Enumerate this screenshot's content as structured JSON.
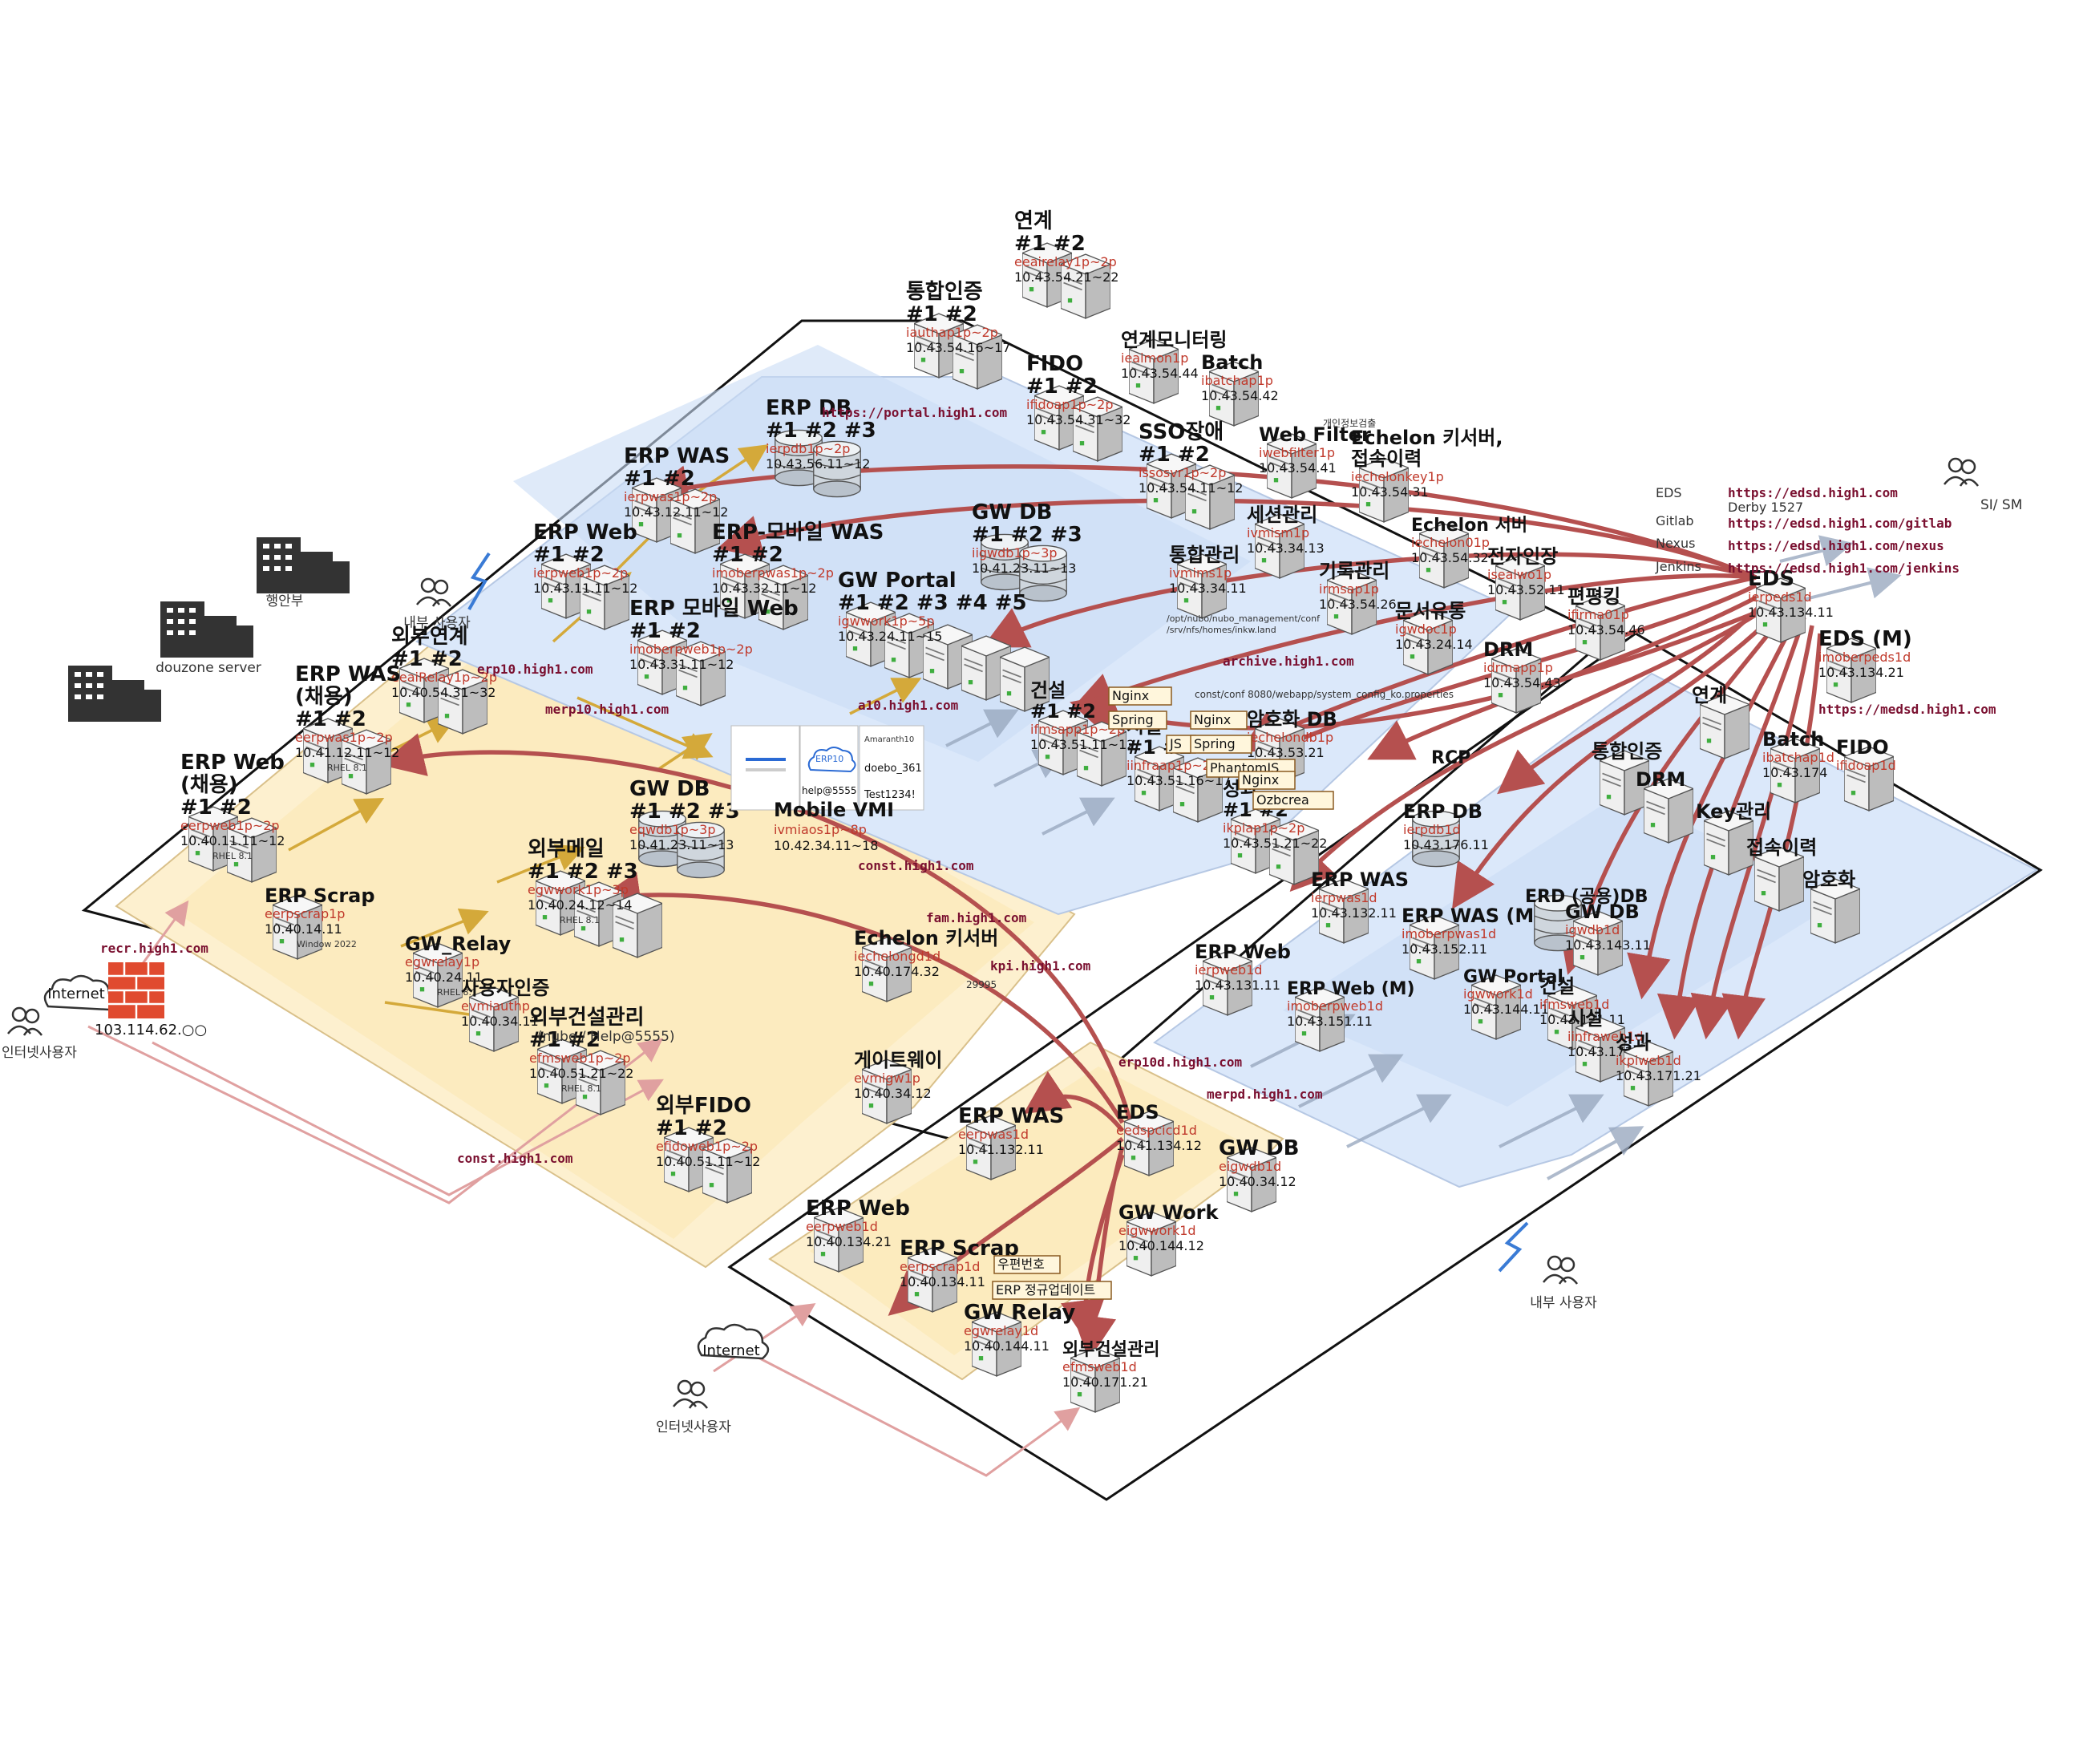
{
  "colors": {
    "site_border": "#111111",
    "zone_yellow": "#fdf0cf",
    "zone_yellow_inner": "#fbe7b3",
    "zone_blue": "#dbe8fa",
    "zone_blue_inner": "#c9dcf5",
    "arrow_red": "#b5504f",
    "arrow_gold": "#d4a93a",
    "arrow_gray": "#9aa9c0",
    "host_text": "#c0392b",
    "url_text": "#7a1030",
    "server_body": "#d9d9d9",
    "firewall": "#e04a2f"
  },
  "icons": {
    "server": "server-icon",
    "building": "building-icon",
    "user_group": "users-icon",
    "cloud": "cloud-icon",
    "firewall": "firewall-icon",
    "lightning": "lightning-icon"
  },
  "labels": {
    "mois": "행안부",
    "douzone": "douzone server",
    "internal_user_top": "내부 사용자",
    "internal_user_bottom": "내부 사용자",
    "internet_user_left": "인터넷사용자",
    "internet_user_bottom": "인터넷사용자",
    "internet_cloud_left": "Internet",
    "internet_cloud_bottom": "Internet",
    "si_sm": "SI/ SM",
    "public_ip": "103.114.62.○○",
    "rcp": "RCP",
    "privacy_detect": "개인정보검출",
    "echelon_path": "/opt/nubo/nubo_management/conf\n/srv/nfs/homes/inkw.land",
    "const_path": "const/conf 8080/webapp/system_config_ko.properties",
    "echelon_port": "29995",
    "nubo_help": "(nubo / Help@5555)"
  },
  "tools": [
    {
      "name": "EDS",
      "url": "https://edsd.high1.com"
    },
    {
      "name": "Gitlab",
      "url": "https://edsd.high1.com/gitlab"
    },
    {
      "name": "Nexus",
      "url": "https://edsd.high1.com/nexus"
    },
    {
      "name": "Jenkins",
      "url": "https://edsd.high1.com/jenkins"
    }
  ],
  "derby": "Derby 1527",
  "medsd_url": "https://medsd.high1.com",
  "urls": {
    "portal": "https://portal.high1.com",
    "erp10": "erp10.high1.com",
    "merp10": "merp10.high1.com",
    "a10": "a10.high1.com",
    "archive": "archive.high1.com",
    "const_top": "const.high1.com",
    "fam": "fam.high1.com",
    "kpi": "kpi.high1.com",
    "recr": "recr.high1.com",
    "const_bottom": "const.high1.com",
    "erp10d": "erp10d.high1.com",
    "merpd": "merpd.high1.com"
  },
  "mobile_vmi": {
    "title": "Mobile VMI",
    "host": "ivmiaos1p~8p",
    "ip": "10.42.34.11~18",
    "help": "help@5555",
    "erp_label": "ERP10",
    "amaranth": "Amaranth10",
    "user": "doebo_361",
    "password": "Test1234!"
  },
  "servers": [
    {
      "id": "relay-op",
      "title": "연계\n#1 #2",
      "host": "eeairelay1p~2p",
      "ip": "10.43.54.21~22"
    },
    {
      "id": "auth-op",
      "title": "통합인증\n#1 #2",
      "host": "iauthap1p~2p",
      "ip": "10.43.54.16~17"
    },
    {
      "id": "relaymon-op",
      "title": "연계모니터링",
      "host": "ieaimon1p",
      "ip": "10.43.54.44"
    },
    {
      "id": "batch-op",
      "title": "Batch",
      "host": "ibatchap1p",
      "ip": "10.43.54.42"
    },
    {
      "id": "fido-op",
      "title": "FIDO\n#1 #2",
      "host": "ifidoap1p~2p",
      "ip": "10.43.54.31~32"
    },
    {
      "id": "webfilter-op",
      "title": "Web Filter",
      "host": "iwebfilter1p",
      "ip": "10.43.54.41"
    },
    {
      "id": "sso-op",
      "title": "SSO장애\n#1 #2",
      "host": "issosvr1p~2p",
      "ip": "10.43.54.11~12"
    },
    {
      "id": "echelonkey-op",
      "title": "Echelon 키서버,\n접속이력",
      "host": "iechelonkey1p",
      "ip": "10.43.54.31"
    },
    {
      "id": "session-op",
      "title": "세션관리",
      "host": "ivmism1p",
      "ip": "10.43.34.13"
    },
    {
      "id": "echelon-op",
      "title": "Echelon 서버",
      "host": "iechelon01p",
      "ip": "10.43.54.32"
    },
    {
      "id": "esign-op",
      "title": "전자인장",
      "host": "isealwo1p",
      "ip": "10.43.52.11"
    },
    {
      "id": "mgmt-op",
      "title": "통합관리",
      "host": "ivmims1p",
      "ip": "10.43.34.11"
    },
    {
      "id": "record-op",
      "title": "기록관리",
      "host": "irmsap1p",
      "ip": "10.43.54.26"
    },
    {
      "id": "docflow-op",
      "title": "문서유통",
      "host": "igwdoc1p",
      "ip": "10.43.24.14"
    },
    {
      "id": "drm-op",
      "title": "DRM",
      "host": "idrmapp1p",
      "ip": "10.43.54.43"
    },
    {
      "id": "ranking-op",
      "title": "편평킹",
      "host": "ifirma01p",
      "ip": "10.43.54.46"
    },
    {
      "id": "erpdb-op",
      "title": "ERP DB\n#1 #2 #3",
      "host": "ierpdb1p~2p",
      "ip": "10.43.56.11~12"
    },
    {
      "id": "erpwas-op",
      "title": "ERP WAS\n#1 #2",
      "host": "ierpwas1p~2p",
      "ip": "10.43.12.11~12"
    },
    {
      "id": "erpmwas-op",
      "title": "ERP-모바일 WAS\n#1 #2",
      "host": "imoberpwas1p~2p",
      "ip": "10.43.32.11~12"
    },
    {
      "id": "erpweb-op",
      "title": "ERP Web\n#1 #2",
      "host": "ierpweb1p~2p",
      "ip": "10.43.11.11~12"
    },
    {
      "id": "gwdb-op",
      "title": "GW DB\n#1 #2 #3",
      "host": "iigwdb1p~3p",
      "ip": "10.41.23.11~13"
    },
    {
      "id": "gwportal-op",
      "title": "GW Portal\n#1 #2 #3 #4 #5",
      "host": "igwwork1p~5p",
      "ip": "10.43.24.11~15"
    },
    {
      "id": "erpmweb-op",
      "title": "ERP 모바일 Web\n#1 #2",
      "host": "imoberpweb1p~2p",
      "ip": "10.43.31.11~12"
    },
    {
      "id": "const-op",
      "title": "건설\n#1 #2",
      "host": "ifmsapp1p~2p",
      "ip": "10.43.51.11~12"
    },
    {
      "id": "cryptodb-op",
      "title": "암호화 DB",
      "host": "iechelondb1p",
      "ip": "10.43.53.21"
    },
    {
      "id": "facility-op",
      "title": "시설\n#1 #2",
      "host": "iinfraap1p~2p",
      "ip": "10.43.51.16~17"
    },
    {
      "id": "kpi-op",
      "title": "성과\n#1 #2",
      "host": "ikpiap1p~2p",
      "ip": "10.43.51.21~22"
    },
    {
      "id": "extrelay-dmz",
      "title": "외부연계\n#1 #2",
      "host": "eeaiRelay1p~2p",
      "ip": "10.40.54.31~32"
    },
    {
      "id": "erpwas-recr",
      "title": "ERP WAS\n(채용)\n#1 #2",
      "host": "eerpwas1p~2p",
      "ip": "10.41.12.11~12",
      "os": "RHEL 8.1"
    },
    {
      "id": "erpweb-recr",
      "title": "ERP Web\n(채용)\n#1 #2",
      "host": "eerpweb1p~2p",
      "ip": "10.40.11.11~12",
      "os": "RHEL 8.1"
    },
    {
      "id": "erpscrap-dmz",
      "title": "ERP Scrap",
      "host": "eerpscrap1p",
      "ip": "10.40.14.11",
      "os": "Window 2022"
    },
    {
      "id": "gwdb-dmz",
      "title": "GW DB\n#1 #2 #3",
      "host": "eqwdb1p~3p",
      "ip": "10.41.23.11~13"
    },
    {
      "id": "extmail-dmz",
      "title": "외부메일\n#1 #2 #3",
      "host": "egwwork1p~3p",
      "ip": "10.40.24.12~14",
      "os": "RHEL 8.1"
    },
    {
      "id": "gwrelay-dmz",
      "title": "GW_Relay",
      "host": "egwrelay1p",
      "ip": "10.40.24.11",
      "os": "RHEL 8.1"
    },
    {
      "id": "userauth-dmz",
      "title": "사용자인증",
      "host": "evmiauthp",
      "ip": "10.40.34.11"
    },
    {
      "id": "extconst-dmz",
      "title": "외부건설관리\n#1 #2",
      "host": "efmsweb1p~2p",
      "ip": "10.40.51.21~22",
      "os": "RHEL 8.1"
    },
    {
      "id": "echelon-dmz",
      "title": "Echelon 키서버",
      "host": "iechelongd1d",
      "ip": "10.40.174.32"
    },
    {
      "id": "gateway-dmz",
      "title": "게이트웨이",
      "host": "evmigw1p",
      "ip": "10.40.34.12"
    },
    {
      "id": "extfido-dmz",
      "title": "외부FIDO\n#1 #2",
      "host": "efidoweb1p~2p",
      "ip": "10.40.51.11~12"
    },
    {
      "id": "erpwas-dev-dmz",
      "title": "ERP WAS",
      "host": "eerpwas1d",
      "ip": "10.41.132.11"
    },
    {
      "id": "eds-dev-dmz",
      "title": "EDS",
      "host": "eedspcicd1d",
      "ip": "10.41.134.12"
    },
    {
      "id": "gwdb-dev-dmz",
      "title": "GW DB",
      "host": "eigwdb1d",
      "ip": "10.40.34.12"
    },
    {
      "id": "erpweb-dev-dmz",
      "title": "ERP Web",
      "host": "eerpweb1d",
      "ip": "10.40.134.21"
    },
    {
      "id": "gwwork-dev-dmz",
      "title": "GW Work",
      "host": "eigwwork1d",
      "ip": "10.40.144.12"
    },
    {
      "id": "erpscrap-dev-dmz",
      "title": "ERP Scrap",
      "host": "eerpscrap1d",
      "ip": "10.40.134.11"
    },
    {
      "id": "gwrelay-dev-dmz",
      "title": "GW Relay",
      "host": "egwrelay1d",
      "ip": "10.40.144.11"
    },
    {
      "id": "extconst-dev-dmz",
      "title": "외부건설관리",
      "host": "efmsweb1d",
      "ip": "10.40.171.21"
    },
    {
      "id": "eds-dev",
      "title": "EDS",
      "host": "ierpeds1d",
      "ip": "10.43.134.11"
    },
    {
      "id": "edsm-dev",
      "title": "EDS (M)",
      "host": "imoberpeds1d",
      "ip": "10.43.134.21"
    },
    {
      "id": "relay-dev",
      "title": "연계",
      "host": "",
      "ip": ""
    },
    {
      "id": "batch-dev",
      "title": "Batch",
      "host": "ibatchap1d",
      "ip": "10.43.174"
    },
    {
      "id": "fido-dev",
      "title": "FIDO",
      "host": "ifidoap1d",
      "ip": ""
    },
    {
      "id": "auth-dev",
      "title": "통합인증",
      "host": "",
      "ip": ""
    },
    {
      "id": "drm-dev",
      "title": "DRM",
      "host": "",
      "ip": ""
    },
    {
      "id": "key-dev",
      "title": "Key관리",
      "host": "",
      "ip": ""
    },
    {
      "id": "access-dev",
      "title": "접속이력",
      "host": "",
      "ip": ""
    },
    {
      "id": "crypto-dev",
      "title": "암호화",
      "host": "",
      "ip": ""
    },
    {
      "id": "erpdb-dev",
      "title": "ERP DB",
      "host": "ierpdb1d",
      "ip": "10.43.176.11"
    },
    {
      "id": "erpwas-dev",
      "title": "ERP WAS",
      "host": "ierpwas1d",
      "ip": "10.43.132.11"
    },
    {
      "id": "erpmwas-dev",
      "title": "ERP WAS (M)",
      "host": "imoberpwas1d",
      "ip": "10.43.152.11"
    },
    {
      "id": "erdsh-dev",
      "title": "ERD (공용)DB",
      "host": "",
      "ip": ""
    },
    {
      "id": "gwdb-dev",
      "title": "GW DB",
      "host": "igwdb1d",
      "ip": "10.43.143.11"
    },
    {
      "id": "erpweb-dev",
      "title": "ERP Web",
      "host": "ierpweb1d",
      "ip": "10.43.131.11"
    },
    {
      "id": "erpmweb-dev",
      "title": "ERP Web (M)",
      "host": "imoberpweb1d",
      "ip": "10.43.151.11"
    },
    {
      "id": "gwportal-dev",
      "title": "GW Portal",
      "host": "igwwork1d",
      "ip": "10.43.144.11"
    },
    {
      "id": "const-dev",
      "title": "건설",
      "host": "ifmsweb1d",
      "ip": "10.43.171.11"
    },
    {
      "id": "facility-dev",
      "title": "시설",
      "host": "iinfraweb1d",
      "ip": "10.43.171.16"
    },
    {
      "id": "kpi-dev",
      "title": "성과",
      "host": "ikpiweb1d",
      "ip": "10.43.171.21"
    }
  ],
  "tags": {
    "nginx1": "Nginx",
    "spring1": "Spring",
    "nginx2": "Nginx",
    "js": "JS",
    "spring2": "Spring",
    "phantomjs": "PhantomJS",
    "nginx3": "Nginx",
    "ozbcrea": "Ozbcrea",
    "postcode": "우편번호",
    "erp_update": "ERP 정규업데이트"
  }
}
